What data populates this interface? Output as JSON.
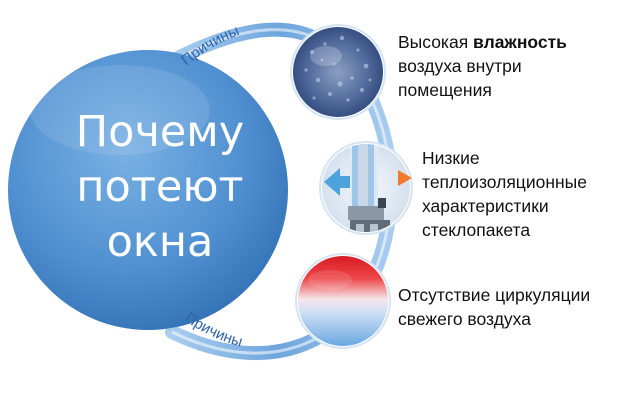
{
  "main_circle": {
    "lines": [
      "Почему",
      "потеют",
      "окна"
    ]
  },
  "arc_labels": {
    "top": "Причины",
    "bottom": "Причины"
  },
  "reasons": [
    {
      "line1_normal": "Высокая ",
      "line1_bold": "влажность",
      "line2": "воздуха внутри",
      "line3": "помещения"
    },
    {
      "line1": "Низкие",
      "line2": "теплоизоляционные",
      "line3": "характеристики",
      "line4": "стеклопакета"
    },
    {
      "line1": "Отсутствие циркуляции",
      "line2": "свежего воздуха"
    }
  ],
  "icons": {
    "reason_1": "fogged-glass-icon",
    "reason_2": "window-profile-icon",
    "reason_3": "hot-cold-gradient-icon"
  },
  "colors": {
    "main_circle": "#4f8fd0",
    "arc": "#7fb0e0",
    "label": "#2f63a8",
    "arrow_cold": "#4fa3dc",
    "arrow_warm": "#f07a2a",
    "hot": "#e8282c",
    "cold": "#7fb6e8"
  }
}
